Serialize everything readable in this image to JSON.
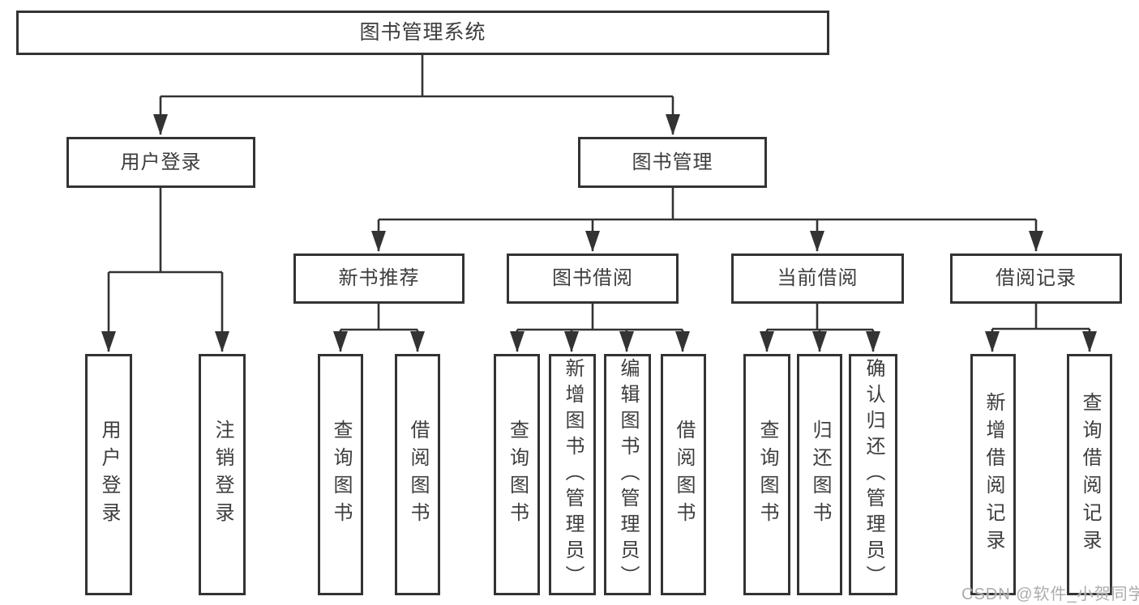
{
  "diagram": {
    "type": "tree-structure-chart",
    "colors": {
      "line": "#333333",
      "text": "#3d3d3d",
      "background": "#ffffff",
      "watermark": "#a8a8a8"
    },
    "watermark": "CSDN @软件_小贺同学"
  },
  "nodes": {
    "root": {
      "label": "图书管理系统"
    },
    "user_login": {
      "label": "用户登录"
    },
    "book_mgmt": {
      "label": "图书管理"
    },
    "new_book_rec": {
      "label": "新书推荐"
    },
    "book_borrow": {
      "label": "图书借阅"
    },
    "current_borrow": {
      "label": "当前借阅"
    },
    "borrow_records": {
      "label": "借阅记录"
    },
    "leaf_user_login": {
      "label": "用户登录"
    },
    "leaf_logout": {
      "label": "注销登录"
    },
    "leaf_nbr_query": {
      "label": "查询图书"
    },
    "leaf_nbr_borrow": {
      "label": "借阅图书"
    },
    "leaf_bb_query": {
      "label": "查询图书"
    },
    "leaf_bb_add": {
      "label": "新增图书（管理员）"
    },
    "leaf_bb_edit": {
      "label": "编辑图书（管理员）"
    },
    "leaf_bb_borrow": {
      "label": "借阅图书"
    },
    "leaf_cb_query": {
      "label": "查询图书"
    },
    "leaf_cb_return": {
      "label": "归还图书"
    },
    "leaf_cb_confirm": {
      "label": "确认归还（管理员）"
    },
    "leaf_br_add": {
      "label": "新增借阅记录"
    },
    "leaf_br_query": {
      "label": "查询借阅记录"
    }
  },
  "hierarchy": {
    "图书管理系统": {
      "用户登录": [
        "用户登录",
        "注销登录"
      ],
      "图书管理": {
        "新书推荐": [
          "查询图书",
          "借阅图书"
        ],
        "图书借阅": [
          "查询图书",
          "新增图书（管理员）",
          "编辑图书（管理员）",
          "借阅图书"
        ],
        "当前借阅": [
          "查询图书",
          "归还图书",
          "确认归还（管理员）"
        ],
        "借阅记录": [
          "新增借阅记录",
          "查询借阅记录"
        ]
      }
    }
  }
}
